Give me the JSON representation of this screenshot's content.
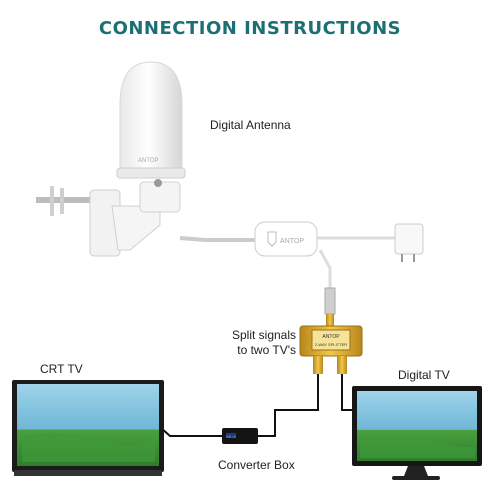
{
  "title": "CONNECTION INSTRUCTIONS",
  "labels": {
    "antenna": "Digital Antenna",
    "split_line1": "Split signals",
    "split_line2": "to two TV's",
    "crt_tv": "CRT TV",
    "digital_tv": "Digital TV",
    "converter_box": "Converter Box"
  },
  "brand": {
    "antenna_logo": "ANTOP",
    "amplifier_logo": "ANTOP",
    "splitter_logo": "ANTOP",
    "splitter_text": "2-WAY SPLITTER",
    "box_display": "88:8"
  },
  "colors": {
    "title": "#1d6f73",
    "cable": "#111111",
    "gold": "#d4a62a",
    "screen_sky": "#6fb7d8",
    "screen_grass": "#3f9a3a"
  },
  "icons": [
    "antenna-dome-icon",
    "mounting-bracket-icon",
    "amplifier-icon",
    "power-adapter-icon",
    "splitter-icon",
    "crt-tv-icon",
    "digital-tv-icon",
    "converter-box-icon"
  ]
}
